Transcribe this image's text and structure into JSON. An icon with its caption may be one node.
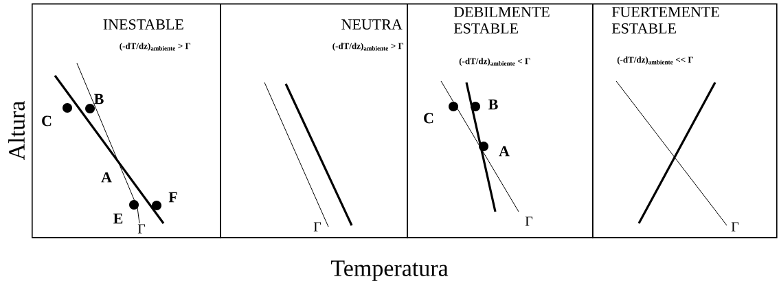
{
  "diagram": {
    "nodes": [
      {
        "text": [
          "INESTABLE",
          "(-dT/dz)$_{ambiente}$ > Γ"
        ]
      },
      {
        "text": [
          "NEUTRA",
          "(-dT/dz)$_{ambiente}$ > Γ"
        ]
      },
      {
        "text": [
          "DEBILMENTE ESTABLE",
          "(-dT/dz)$_{ambiente}$ < Γ"
        ]
      },
      {
        "text": [
          "FUERTEMENTE ESTABLE",
          "(-dT/dz)$_{ambiente}$ << Γ"
        ]
      }
    ],
    "labels": [
      "Altura",
      "C",
      "B",
      "A",
      "F",
      "E",
      "Γ",
      "Γ",
      "C",
      "B",
      "A",
      "Γ",
      "Γ",
      "Temperatura"
    ]
  }
}
